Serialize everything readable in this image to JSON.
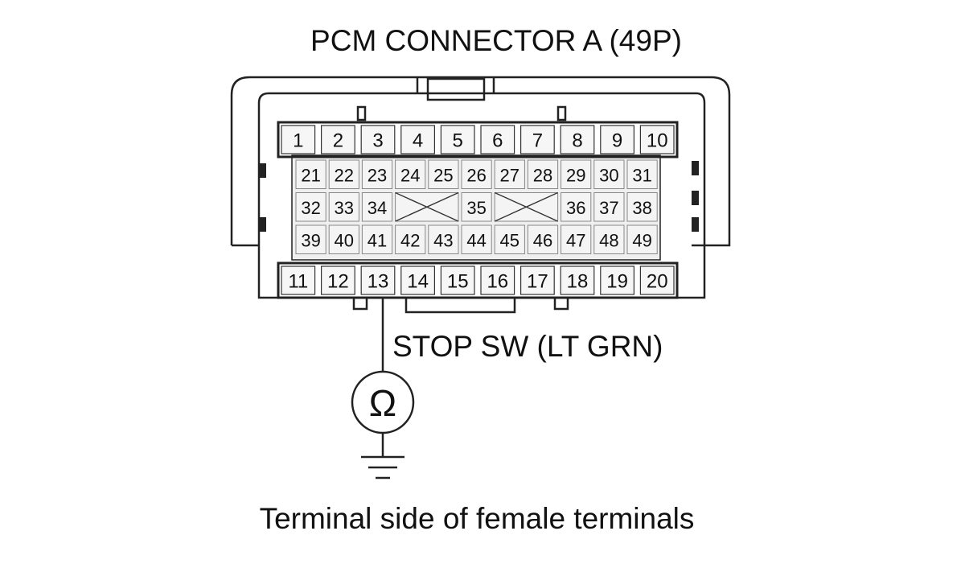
{
  "diagram": {
    "title": "PCM CONNECTOR A (49P)",
    "wire_label": "STOP SW (LT GRN)",
    "caption": "Terminal side of female terminals",
    "meter_symbol": "Ω",
    "meter_icon": "ohmmeter-icon",
    "ground_icon": "ground-icon",
    "probed_terminal": "13",
    "top_row": [
      "1",
      "2",
      "3",
      "4",
      "5",
      "6",
      "7",
      "8",
      "9",
      "10"
    ],
    "bottom_row": [
      "11",
      "12",
      "13",
      "14",
      "15",
      "16",
      "17",
      "18",
      "19",
      "20"
    ],
    "inner_rows": [
      [
        "21",
        "22",
        "23",
        "24",
        "25",
        "26",
        "27",
        "28",
        "29",
        "30",
        "31"
      ],
      [
        "32",
        "33",
        "34",
        "",
        "",
        "35",
        "",
        "",
        "36",
        "37",
        "38"
      ],
      [
        "39",
        "40",
        "41",
        "42",
        "43",
        "44",
        "45",
        "46",
        "47",
        "48",
        "49"
      ]
    ],
    "colors": {
      "line": "#222222",
      "inner_fill": "#efefef",
      "text": "#111111"
    }
  }
}
